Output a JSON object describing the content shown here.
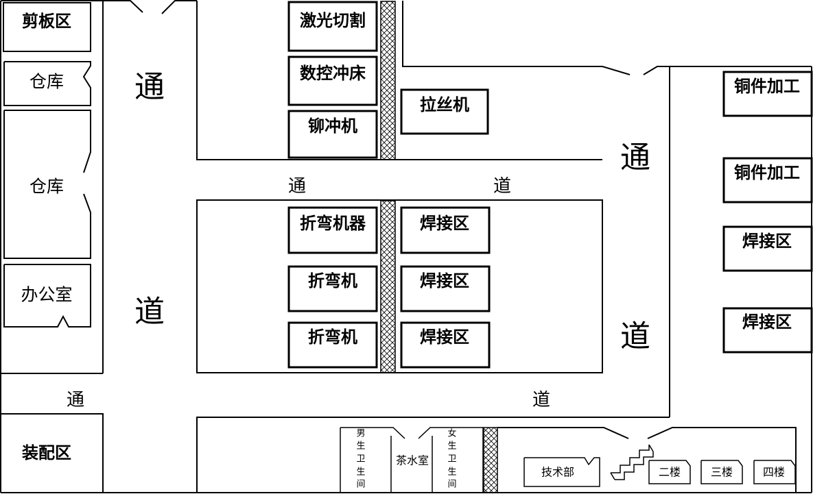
{
  "rooms": {
    "shear": "剪板区",
    "warehouse1": "仓库",
    "warehouse2": "仓库",
    "office": "办公室",
    "assembly": "装配区",
    "laser": "激光切割",
    "cnc_punch": "数控冲床",
    "rivet_punch": "铆冲机",
    "wire_drawing": "拉丝机",
    "bending_machine": "折弯机器",
    "bending2": "折弯机",
    "bending3": "折弯机",
    "weld1": "焊接区",
    "weld2": "焊接区",
    "weld3": "焊接区",
    "copper1": "铜件加工",
    "copper2": "铜件加工",
    "weld_right1": "焊接区",
    "weld_right2": "焊接区",
    "tea_room": "茶水室",
    "tech_dept": "技术部",
    "floor2": "二楼",
    "floor3": "三楼",
    "floor4": "四楼"
  },
  "restrooms": {
    "male": [
      "男",
      "生",
      "卫",
      "生",
      "间"
    ],
    "female": [
      "女",
      "生",
      "卫",
      "生",
      "间"
    ]
  },
  "corridor": {
    "tong": "通",
    "dao": "道"
  }
}
